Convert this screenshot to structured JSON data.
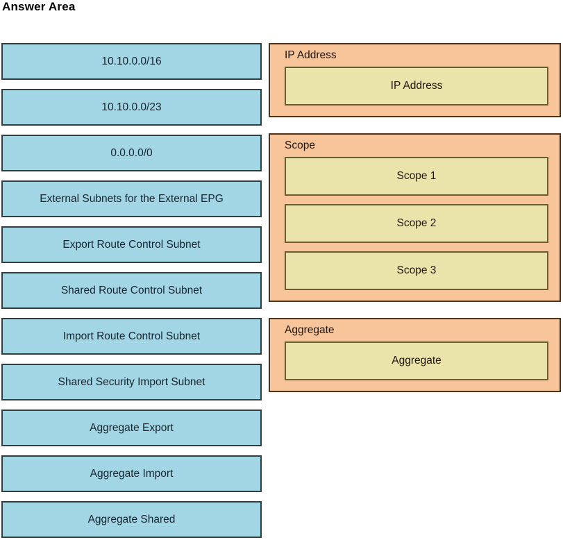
{
  "title": "Answer Area",
  "palette": {
    "item_fill": "#a3d6e4",
    "item_border": "#3a3a3a",
    "item_text": "#14242e",
    "group_fill": "#f8c49a",
    "group_border": "#4a341f",
    "slot_fill": "#eae4ab",
    "slot_border": "#6a5c2f",
    "label_text": "#1d150c"
  },
  "drag_items": [
    {
      "label": "10.10.0.0/16"
    },
    {
      "label": "10.10.0.0/23"
    },
    {
      "label": "0.0.0.0/0"
    },
    {
      "label": "External Subnets for the External EPG"
    },
    {
      "label": "Export Route Control Subnet"
    },
    {
      "label": "Shared Route Control Subnet"
    },
    {
      "label": "Import Route Control Subnet"
    },
    {
      "label": "Shared Security Import Subnet"
    },
    {
      "label": "Aggregate Export"
    },
    {
      "label": "Aggregate Import"
    },
    {
      "label": "Aggregate Shared"
    }
  ],
  "drop_groups": [
    {
      "label": "IP Address",
      "slots": [
        "IP Address"
      ]
    },
    {
      "label": "Scope",
      "slots": [
        "Scope 1",
        "Scope 2",
        "Scope 3"
      ]
    },
    {
      "label": "Aggregate",
      "slots": [
        "Aggregate"
      ]
    }
  ]
}
